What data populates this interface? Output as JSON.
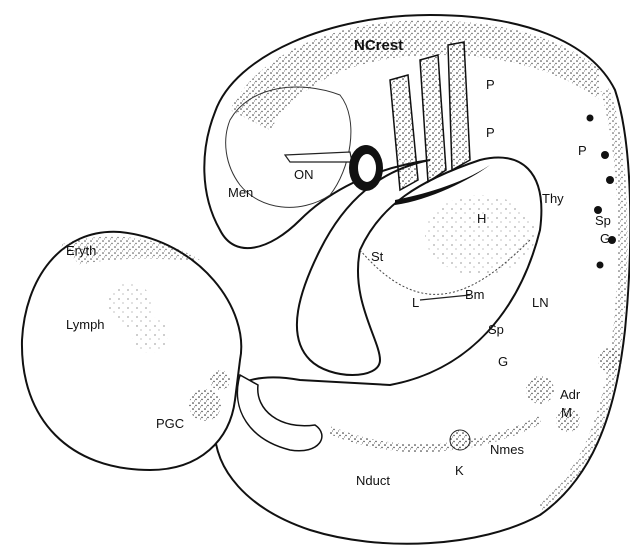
{
  "figure": {
    "labels": {
      "ncrest": "NCrest",
      "p1": "P",
      "p2": "P",
      "p3": "P",
      "on": "ON",
      "men": "Men",
      "thy": "Thy",
      "sp1": "Sp",
      "g1": "G",
      "eryth": "Eryth",
      "h": "H",
      "st": "St",
      "lymph": "Lymph",
      "l": "L",
      "bm": "Bm",
      "ln": "LN",
      "sp2": "Sp",
      "g2": "G",
      "adr": "Adr",
      "m": "M",
      "pgc": "PGC",
      "nmes": "Nmes",
      "k": "K",
      "nduct": "Nduct"
    }
  }
}
